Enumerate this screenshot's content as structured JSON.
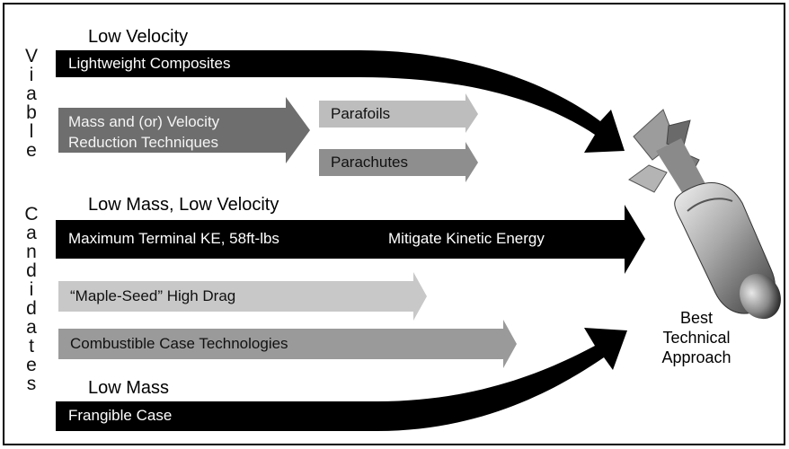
{
  "side_words": [
    "Viable",
    "Candidates"
  ],
  "headings": {
    "low_velocity": "Low Velocity",
    "low_mass_low_velocity": "Low Mass, Low Velocity",
    "low_mass": "Low Mass"
  },
  "arrows": {
    "lightweight": "Lightweight Composites",
    "mass_velocity_line1": "Mass and (or) Velocity",
    "mass_velocity_line2": "Reduction Techniques",
    "parafoils": "Parafoils",
    "parachutes": "Parachutes",
    "max_ke": "Maximum Terminal KE, 58ft-lbs",
    "mitigate": "Mitigate Kinetic Energy",
    "maple_seed": "“Maple-Seed” High Drag",
    "combustible": "Combustible Case Technologies",
    "frangible": "Frangible Case"
  },
  "best_approach": [
    "Best",
    "Technical",
    "Approach"
  ]
}
